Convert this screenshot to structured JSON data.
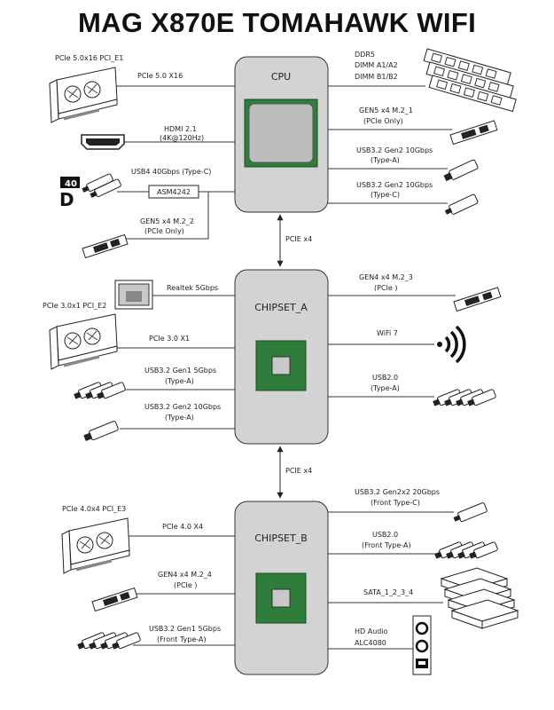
{
  "title": "MAG X870E TOMAHAWK WIFI",
  "colors": {
    "hub_fill": "#d3d3d3",
    "chip_green": "#2e7d3a",
    "die_gray": "#bdbdbd",
    "line": "#333333"
  },
  "blocks": {
    "cpu": "CPU",
    "chipset_a": "CHIPSET_A",
    "chipset_b": "CHIPSET_B"
  },
  "links": {
    "cpu_chipset_a": "PCIE x4",
    "chipset_a_chipset_b": "PCIE x4"
  },
  "cpu": {
    "slot1_name": "PCIe 5.0x16 PCI_E1",
    "slot1_link": "PCIe 5.0 X16",
    "hdmi_l1": "HDMI 2.1",
    "hdmi_l2": "(4K@120Hz)",
    "usb4": "USB4 40Gbps (Type-C)",
    "usb4_badge": "40",
    "asm": "ASM4242",
    "m2_2_l1": "GEN5 x4 M.2_2",
    "m2_2_l2": "(PCIe Only)",
    "ddr_l1": "DDR5",
    "ddr_l2": "DIMM A1/A2",
    "ddr_l3": "DIMM B1/B2",
    "m2_1_l1": "GEN5 x4 M.2_1",
    "m2_1_l2": "(PCIe Only)",
    "usb_a_l1": "USB3.2 Gen2 10Gbps",
    "usb_a_l2": "(Type-A)",
    "usb_c_l1": "USB3.2 Gen2 10Gbps",
    "usb_c_l2": "(Type-C)"
  },
  "chipset_a": {
    "lan": "Realtek 5Gbps",
    "slot_name": "PCIe 3.0x1 PCI_E2",
    "slot_link": "PCIe 3.0 X1",
    "usb5_l1": "USB3.2 Gen1 5Gbps",
    "usb5_l2": "(Type-A)",
    "usb10_l1": "USB3.2 Gen2 10Gbps",
    "usb10_l2": "(Type-A)",
    "m2_3_l1": "GEN4 x4 M.2_3",
    "m2_3_l2": "(PCIe )",
    "wifi": "WiFi 7",
    "usb2_l1": "USB2.0",
    "usb2_l2": "(Type-A)"
  },
  "chipset_b": {
    "slot_name": "PCIe 4.0x4 PCI_E3",
    "slot_link": "PCIe 4.0 X4",
    "m2_4_l1": "GEN4 x4 M.2_4",
    "m2_4_l2": "(PCIe )",
    "fusb5_l1": "USB3.2 Gen1 5Gbps",
    "fusb5_l2": "(Front Type-A)",
    "fc_l1": "USB3.2 Gen2x2 20Gbps",
    "fc_l2": "(Front Type-C)",
    "fusb2_l1": "USB2.0",
    "fusb2_l2": "(Front Type-A)",
    "sata": "SATA_1_2_3_4",
    "audio_l1": "HD Audio",
    "audio_l2": "ALC4080"
  }
}
